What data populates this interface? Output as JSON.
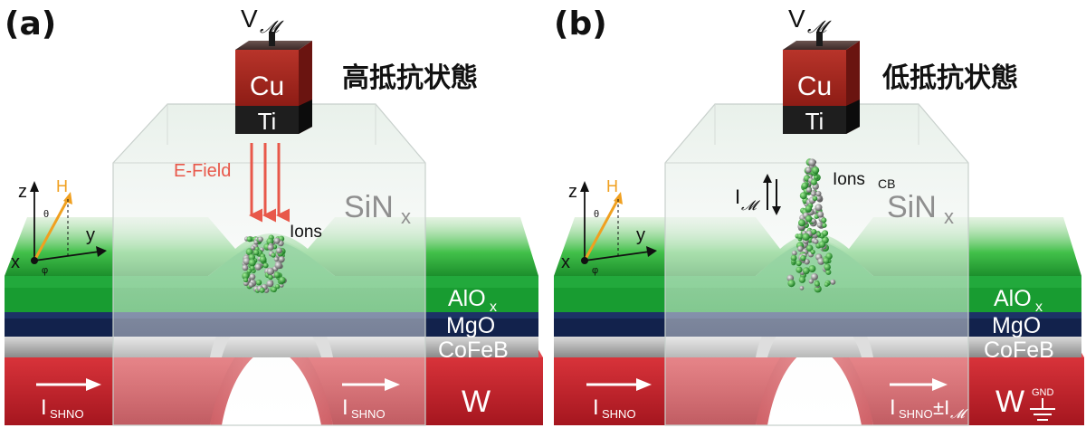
{
  "panels": [
    {
      "id": "a",
      "label": "(a)",
      "state_label": "高抵抗状態",
      "voltage_label": "V",
      "voltage_sub": "𝓜",
      "electrode_top": "Cu",
      "electrode_bottom": "Ti",
      "field_label": "E-Field",
      "ions_label": "Ions",
      "sinx_label": "SiN",
      "sinx_sub": "x",
      "layers": {
        "aloxl": "AlO",
        "aloxsub": "x",
        "mgo": "MgO",
        "cofeb": "CoFeB",
        "w": "W"
      },
      "axes": {
        "z": "z",
        "y": "y",
        "x": "x",
        "h": "H",
        "theta": "θ",
        "phi": "φ"
      },
      "current_left": "I",
      "current_left_sub": "SHNO",
      "current_right": "I",
      "current_right_sub": "SHNO"
    },
    {
      "id": "b",
      "label": "(b)",
      "state_label": "低抵抗状態",
      "voltage_label": "V",
      "voltage_sub": "𝓜",
      "electrode_top": "Cu",
      "electrode_bottom": "Ti",
      "im_label": "I",
      "im_sub": "𝓜",
      "ions_label": "Ions",
      "cb_label": "CB",
      "sinx_label": "SiN",
      "sinx_sub": "x",
      "layers": {
        "aloxl": "AlO",
        "aloxsub": "x",
        "mgo": "MgO",
        "cofeb": "CoFeB",
        "w": "W",
        "gnd": "GND"
      },
      "axes": {
        "z": "z",
        "y": "y",
        "x": "x",
        "h": "H",
        "theta": "θ",
        "phi": "φ"
      },
      "current_left": "I",
      "current_left_sub": "SHNO",
      "current_right": "I",
      "current_right_sub": "SHNO",
      "current_right_extra": "±I",
      "current_right_extra_sub": "𝓜"
    }
  ],
  "colors": {
    "w_red": "#c8202a",
    "cofeb_gray": "#a9a9a9",
    "mgo_navy": "#0e1f4a",
    "alox_green": "#1fa63a",
    "cu_red": "#a8241c",
    "ti_black": "#1a1a1a",
    "efield_red": "#e8584a",
    "h_orange": "#f0a020"
  }
}
